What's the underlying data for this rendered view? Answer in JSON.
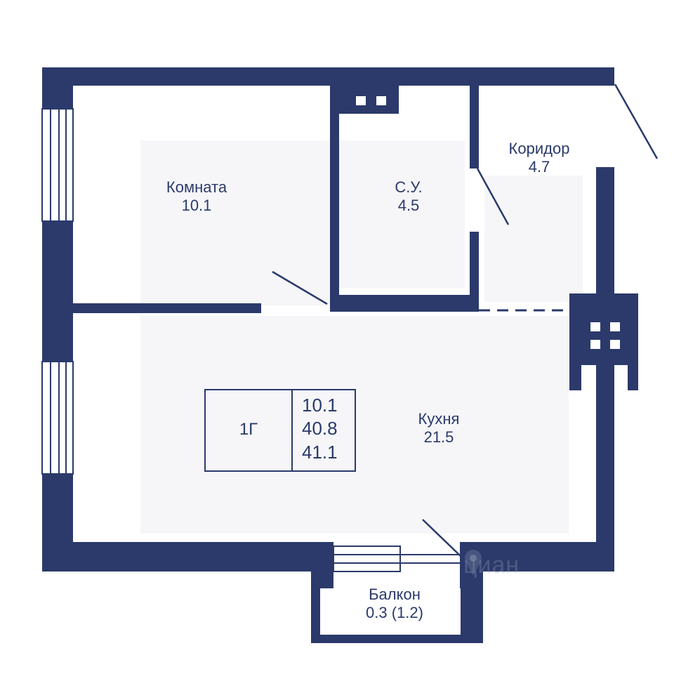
{
  "colors": {
    "wall": "#2b3a6b",
    "floor": "#f6f6f9",
    "background": "#ffffff"
  },
  "rooms": {
    "room": {
      "name": "Комната",
      "area": "10.1"
    },
    "bathroom": {
      "name": "С.У.",
      "area": "4.5"
    },
    "corridor": {
      "name": "Коридор",
      "area": "4.7"
    },
    "kitchen": {
      "name": "Кухня",
      "area": "21.5"
    },
    "balcony": {
      "name": "Балкон",
      "area": "0.3 (1.2)"
    }
  },
  "apartment": {
    "type": "1Г",
    "areas": [
      "10.1",
      "40.8",
      "41.1"
    ]
  },
  "watermark": {
    "text": "циан",
    "icon": "location-pin-icon"
  }
}
